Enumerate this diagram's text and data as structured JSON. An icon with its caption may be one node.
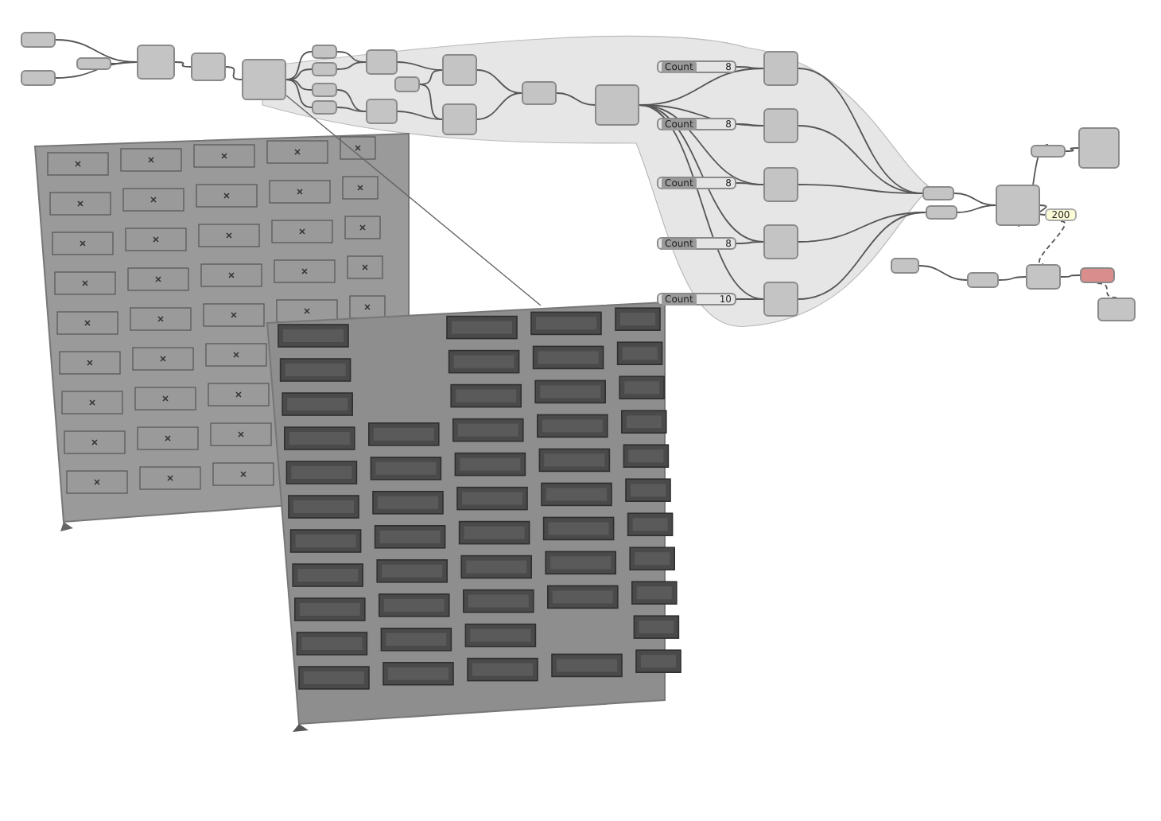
{
  "diagram": {
    "nodes": [
      {
        "text": [],
        "shape": "box"
      },
      {
        "text": [],
        "shape": "box"
      },
      {
        "text": [],
        "shape": "box"
      },
      {
        "text": [],
        "shape": "box"
      },
      {
        "text": [],
        "shape": "box"
      },
      {
        "text": [],
        "shape": "box"
      },
      {
        "text": [],
        "shape": "box"
      },
      {
        "text": [],
        "shape": "box"
      },
      {
        "text": [],
        "shape": "box"
      },
      {
        "text": [],
        "shape": "box"
      },
      {
        "text": [],
        "shape": "box"
      },
      {
        "text": [],
        "shape": "box"
      },
      {
        "text": [],
        "shape": "box"
      },
      {
        "text": [],
        "shape": "box"
      },
      {
        "text": [],
        "shape": "box"
      },
      {
        "text": [],
        "shape": "box"
      },
      {
        "text": [],
        "shape": "box"
      },
      {
        "text": [
          "Count",
          "8"
        ]
      },
      {
        "text": [
          "Count",
          "8"
        ]
      },
      {
        "text": [
          "Count",
          "8"
        ]
      },
      {
        "text": [
          "Count",
          "8"
        ]
      },
      {
        "text": [
          "Count",
          "10"
        ]
      },
      {
        "text": [],
        "shape": "box"
      },
      {
        "text": [],
        "shape": "box"
      },
      {
        "text": [],
        "shape": "box"
      },
      {
        "text": [],
        "shape": "box"
      },
      {
        "text": [],
        "shape": "box"
      },
      {
        "text": [],
        "shape": "box"
      },
      {
        "text": [],
        "shape": "box"
      },
      {
        "text": [],
        "shape": "box"
      },
      {
        "text": [
          "200"
        ]
      },
      {
        "text": [],
        "shape": "box"
      },
      {
        "text": [],
        "shape": "box"
      },
      {
        "text": [],
        "shape": "box"
      },
      {
        "text": [],
        "shape": "box"
      },
      {
        "text": [],
        "shape": "box"
      },
      {
        "text": [],
        "shape": "box"
      },
      {
        "text": [],
        "shape": "box"
      }
    ],
    "edges": [
      {
        "from": 0,
        "to": 3,
        "arrow": "none"
      },
      {
        "from": 1,
        "to": 3,
        "arrow": "none"
      },
      {
        "from": 2,
        "to": 3,
        "arrow": "none"
      },
      {
        "from": 3,
        "to": 4,
        "arrow": "none"
      },
      {
        "from": 4,
        "to": 5,
        "arrow": "none"
      },
      {
        "from": 5,
        "to": 6,
        "arrow": "none"
      },
      {
        "from": 5,
        "to": 7,
        "arrow": "none"
      },
      {
        "from": 5,
        "to": 8,
        "arrow": "none"
      },
      {
        "from": 5,
        "to": 9,
        "arrow": "none"
      },
      {
        "from": 6,
        "to": 10,
        "arrow": "none"
      },
      {
        "from": 7,
        "to": 10,
        "arrow": "none"
      },
      {
        "from": 8,
        "to": 11,
        "arrow": "none"
      },
      {
        "from": 9,
        "to": 11,
        "arrow": "none"
      },
      {
        "from": 10,
        "to": 13,
        "arrow": "none"
      },
      {
        "from": 12,
        "to": 13,
        "arrow": "none"
      },
      {
        "from": 12,
        "to": 14,
        "arrow": "none"
      },
      {
        "from": 11,
        "to": 14,
        "arrow": "none"
      },
      {
        "from": 13,
        "to": 15,
        "arrow": "none"
      },
      {
        "from": 14,
        "to": 15,
        "arrow": "none"
      },
      {
        "from": 15,
        "to": 16,
        "arrow": "none"
      },
      {
        "from": 16,
        "to": 22,
        "arrow": "none"
      },
      {
        "from": 16,
        "to": 23,
        "arrow": "none"
      },
      {
        "from": 16,
        "to": 24,
        "arrow": "none"
      },
      {
        "from": 16,
        "to": 25,
        "arrow": "none"
      },
      {
        "from": 16,
        "to": 26,
        "arrow": "none"
      },
      {
        "from": 17,
        "to": 22,
        "arrow": "none"
      },
      {
        "from": 18,
        "to": 23,
        "arrow": "none"
      },
      {
        "from": 19,
        "to": 24,
        "arrow": "none"
      },
      {
        "from": 20,
        "to": 25,
        "arrow": "none"
      },
      {
        "from": 21,
        "to": 26,
        "arrow": "none"
      },
      {
        "from": 22,
        "to": 27,
        "arrow": "none"
      },
      {
        "from": 23,
        "to": 27,
        "arrow": "none"
      },
      {
        "from": 24,
        "to": 27,
        "arrow": "none"
      },
      {
        "from": 25,
        "to": 28,
        "arrow": "none"
      },
      {
        "from": 26,
        "to": 28,
        "arrow": "none"
      },
      {
        "from": 27,
        "to": 29,
        "arrow": "none"
      },
      {
        "from": 28,
        "to": 29,
        "arrow": "none"
      },
      {
        "from": 29,
        "to": 30,
        "arrow": "none"
      },
      {
        "from": 29,
        "to": 31,
        "arrow": "none"
      },
      {
        "from": 31,
        "to": 32,
        "arrow": "none"
      },
      {
        "from": 33,
        "to": 34,
        "arrow": "none"
      },
      {
        "from": 34,
        "to": 35,
        "arrow": "none"
      },
      {
        "from": 30,
        "to": 35,
        "arrow": "none",
        "style": "dashed"
      },
      {
        "from": 35,
        "to": 36,
        "arrow": "none"
      },
      {
        "from": 36,
        "to": 37,
        "arrow": "none",
        "style": "dashed"
      }
    ]
  }
}
